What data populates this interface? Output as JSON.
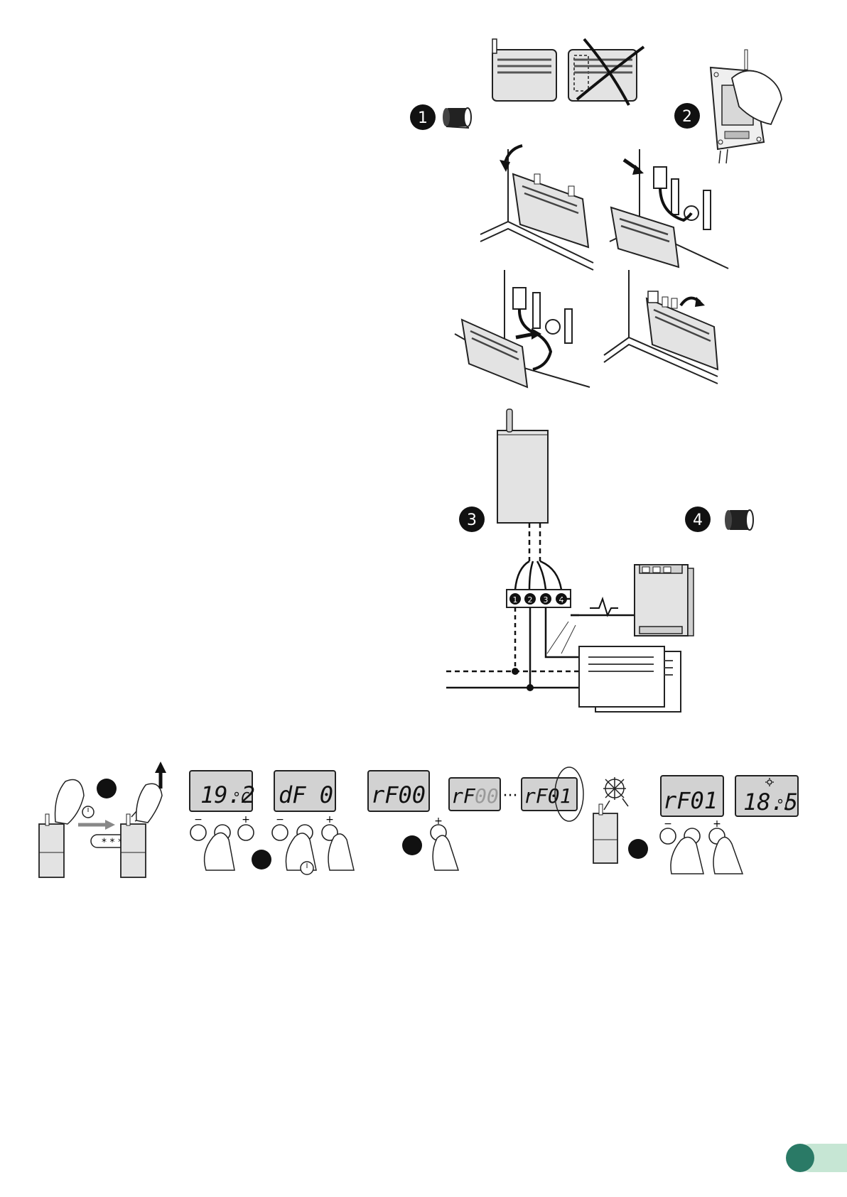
{
  "steps": {
    "s1": "1",
    "s2": "2",
    "s3": "3",
    "s4": "4"
  },
  "terminals": [
    "1",
    "2",
    "3",
    "4"
  ],
  "lcd": {
    "temp1": "19.2",
    "temp1_unit": "°C",
    "df": "dF  0",
    "rf00": "rF00",
    "rf_prefix": "rF",
    "rf_digits": "00",
    "ellipsis": "···",
    "rf01_a": "rF01",
    "rf01_b": "rF01",
    "temp2": "18.5",
    "temp2_unit": "°C"
  },
  "keys": {
    "minus": "−",
    "plus": "+"
  },
  "stars": "* * *",
  "colors": {
    "gray_fill": "#e3e3e3",
    "lcd_fill": "#d2d2d2",
    "line": "#222222",
    "accent_tab": "#c6e6d4",
    "accent_circle": "#2a7a66"
  }
}
